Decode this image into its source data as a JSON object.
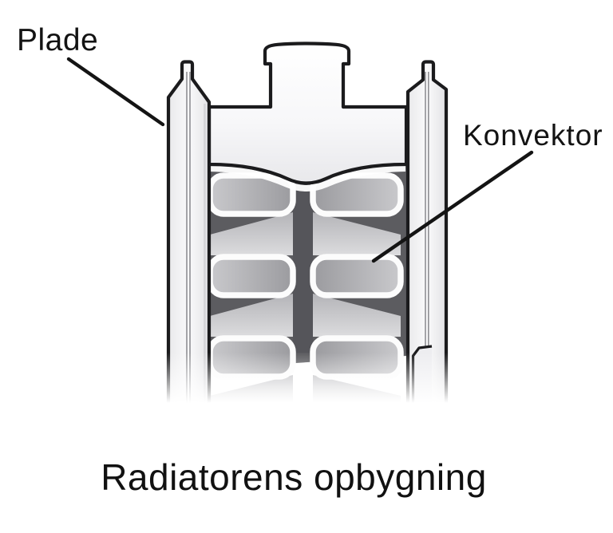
{
  "diagram": {
    "caption": "Radiatorens opbygning",
    "labels": {
      "plade": "Plade",
      "konvektor": "Konvektor"
    },
    "colors": {
      "background": "#ffffff",
      "outline": "#1b1b1d",
      "text": "#131313",
      "interior_shadow": "#5c5c60",
      "center_shadow": "#55555a",
      "fin_ring_fill_light": "#c9c9cc",
      "fin_ring_fill_dark": "#9b9b9f",
      "fin_face_light": "#dcdcde",
      "fin_face_dark": "#b4b4b8",
      "fin_highlight": "#fcfcfc",
      "plate_fill": "#f3f3f5",
      "channel_fill_top": "#ffffff",
      "channel_fill_bottom": "#e7e7ea"
    }
  }
}
